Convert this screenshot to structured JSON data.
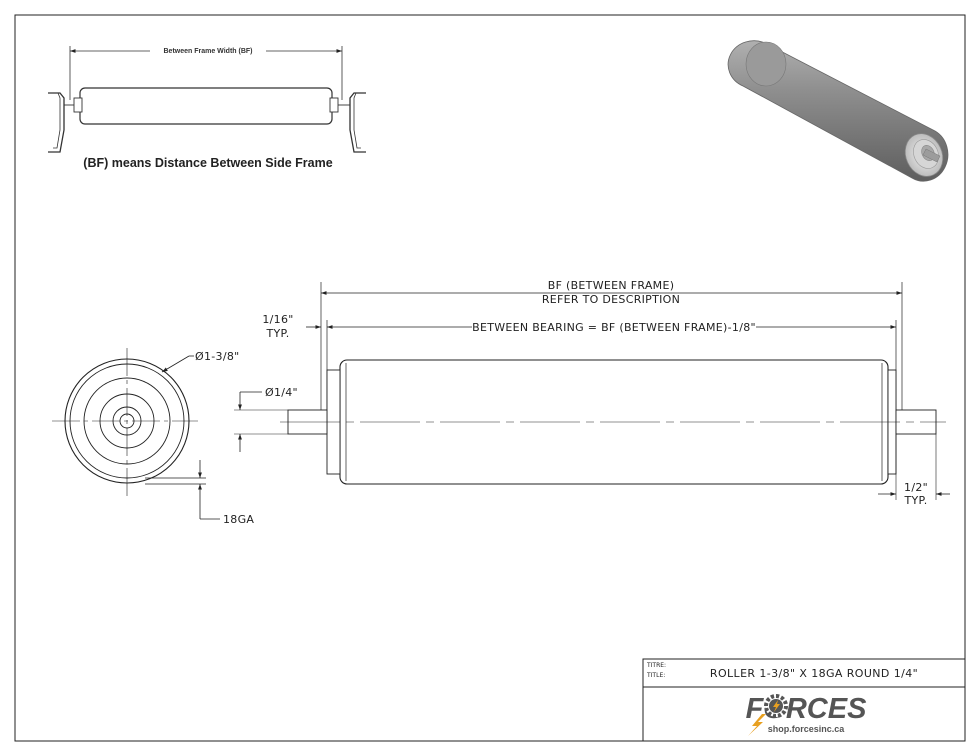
{
  "inset": {
    "dimension_label": "Between Frame Width (BF)",
    "caption": "(BF) means Distance Between Side Frame"
  },
  "dimensions": {
    "overall_line1": "BF (BETWEEN FRAME)",
    "overall_line2": "REFER TO DESCRIPTION",
    "between_bearing": "BETWEEN BEARING = BF (BETWEEN FRAME)-1/8\"",
    "gap_line1": "1/16\"",
    "gap_line2": "TYP.",
    "shaft_diameter": "Ø1/4\"",
    "tube_diameter": "Ø1-3/8\"",
    "wall_gauge": "18GA",
    "shaft_ext_line1": "1/2\"",
    "shaft_ext_line2": "TYP."
  },
  "title_block": {
    "label_top": "TITRE:",
    "label_bottom": "TITLE:",
    "title": "ROLLER 1-3/8\" X 18GA ROUND 1/4\"",
    "logo_text": "FORCES",
    "logo_url": "shop.forcesinc.ca"
  },
  "colors": {
    "line": "#222222",
    "roller_face": "#888888",
    "logo": "#555555",
    "bolt": "#e8a020"
  },
  "icons": {
    "logo_mark": "gear-bolt-icon"
  }
}
